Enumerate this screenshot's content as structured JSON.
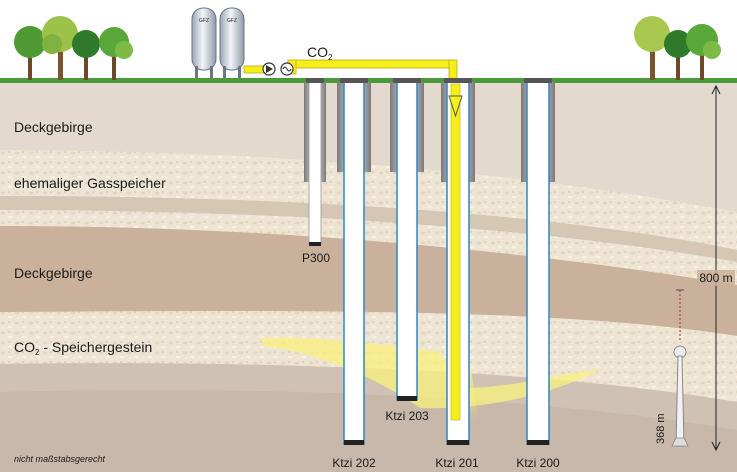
{
  "layers": [
    {
      "name": "Deckgebirge"
    },
    {
      "name": "ehemaliger Gasspeicher"
    },
    {
      "name": "Deckgebirge"
    },
    {
      "name_main": "CO",
      "name_sub": "2",
      "name_rest": " - Speichergestein"
    }
  ],
  "co2_label": {
    "main": "CO",
    "sub": "2"
  },
  "wells": [
    {
      "name": "P300"
    },
    {
      "name": "Ktzi 202"
    },
    {
      "name": "Ktzi 203"
    },
    {
      "name": "Ktzi 201"
    },
    {
      "name": "Ktzi 200"
    }
  ],
  "tanks": [
    {
      "label": "GFZ"
    },
    {
      "label": "GFZ"
    }
  ],
  "depth_total": "800 m",
  "tower_height": "368 m",
  "note": "nicht maßstabsgerecht",
  "colors": {
    "co2_pipe": "#f6ee1a",
    "deckgebirge_top": "#e2d8cc",
    "deckgebirge_mid": "#c8b09a",
    "sandstone": "#eee4d2",
    "ground": "#4a9a3a",
    "casing_blue": "#2f86c4"
  }
}
